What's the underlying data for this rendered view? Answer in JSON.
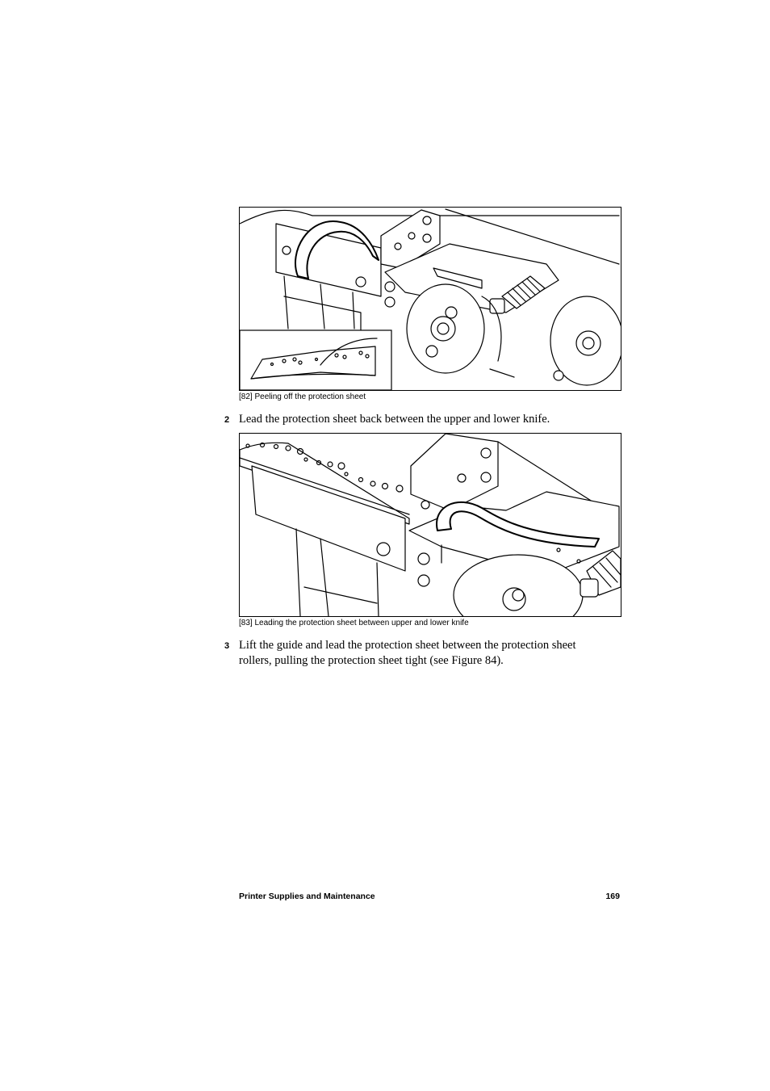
{
  "figures": [
    {
      "id": "82",
      "caption": "[82] Peeling off the protection sheet"
    },
    {
      "id": "83",
      "caption": "[83] Leading the protection sheet between upper and lower knife"
    }
  ],
  "steps": [
    {
      "number": "2",
      "text": "Lead the protection sheet back between the upper and lower knife."
    },
    {
      "number": "3",
      "text": "Lift the guide and lead the protection sheet between the protection sheet rollers, pulling the protection sheet tight (see Figure 84)."
    }
  ],
  "footer": {
    "title": "Printer Supplies and Maintenance",
    "page_number": "169"
  }
}
